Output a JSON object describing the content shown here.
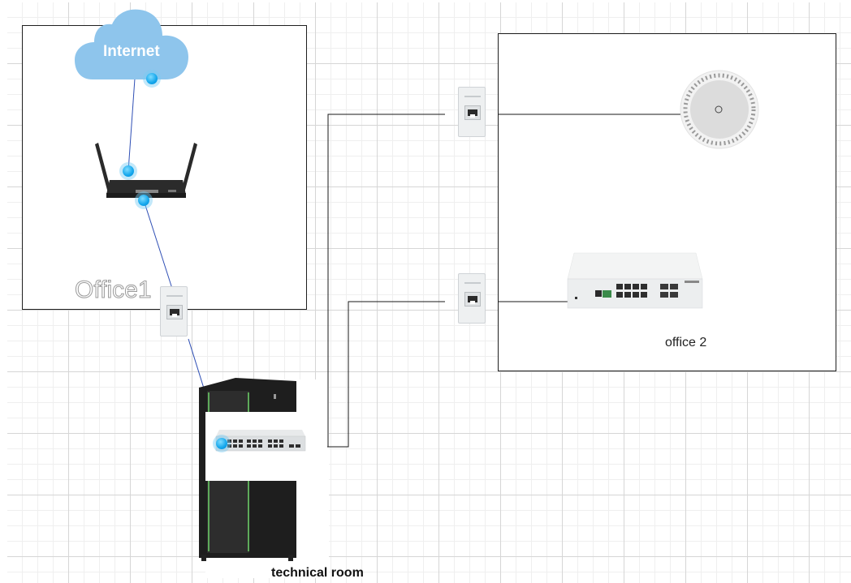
{
  "diagram": {
    "type": "network-floor-plan",
    "rooms": [
      {
        "id": "office1",
        "label": "Office1"
      },
      {
        "id": "office2",
        "label": "office 2"
      },
      {
        "id": "technical_room",
        "label": "technical room"
      }
    ],
    "nodes": [
      {
        "id": "internet",
        "label": "Internet",
        "kind": "cloud-icon",
        "room": "office1"
      },
      {
        "id": "router",
        "label": "",
        "kind": "router-icon",
        "room": "office1"
      },
      {
        "id": "jack_office1",
        "label": "",
        "kind": "wall-jack-icon",
        "room": "office1"
      },
      {
        "id": "rack",
        "label": "",
        "kind": "server-rack-icon",
        "room": "technical_room"
      },
      {
        "id": "core_switch",
        "label": "",
        "kind": "switch-icon",
        "room": "technical_room"
      },
      {
        "id": "jack_office2_top",
        "label": "",
        "kind": "wall-jack-icon",
        "room": "office2"
      },
      {
        "id": "jack_office2_bottom",
        "label": "",
        "kind": "wall-jack-icon",
        "room": "office2"
      },
      {
        "id": "access_point",
        "label": "",
        "kind": "access-point-icon",
        "room": "office2"
      },
      {
        "id": "office2_switch",
        "label": "",
        "kind": "switch-icon",
        "room": "office2"
      }
    ],
    "links": [
      {
        "from": "internet",
        "to": "router",
        "color": "#2f4fb5"
      },
      {
        "from": "router",
        "to": "jack_office1",
        "color": "#2f4fb5"
      },
      {
        "from": "jack_office1",
        "to": "core_switch",
        "color": "#2f4fb5"
      },
      {
        "from": "core_switch",
        "to": "jack_office2_top",
        "color": "#1a1a1a"
      },
      {
        "from": "core_switch",
        "to": "jack_office2_bottom",
        "color": "#1a1a1a"
      },
      {
        "from": "jack_office2_top",
        "to": "access_point",
        "color": "#1a1a1a"
      },
      {
        "from": "jack_office2_bottom",
        "to": "office2_switch",
        "color": "#1a1a1a"
      }
    ]
  },
  "labels": {
    "internet": "Internet",
    "office1": "Office1",
    "office2": "office 2",
    "technical_room": "technical room"
  },
  "colors": {
    "cloud": "#8ec5ec",
    "link_blue": "#2f4fb5",
    "link_black": "#1a1a1a",
    "connector_dot": "#12a6ec",
    "rack_accent": "#6fd36a"
  }
}
